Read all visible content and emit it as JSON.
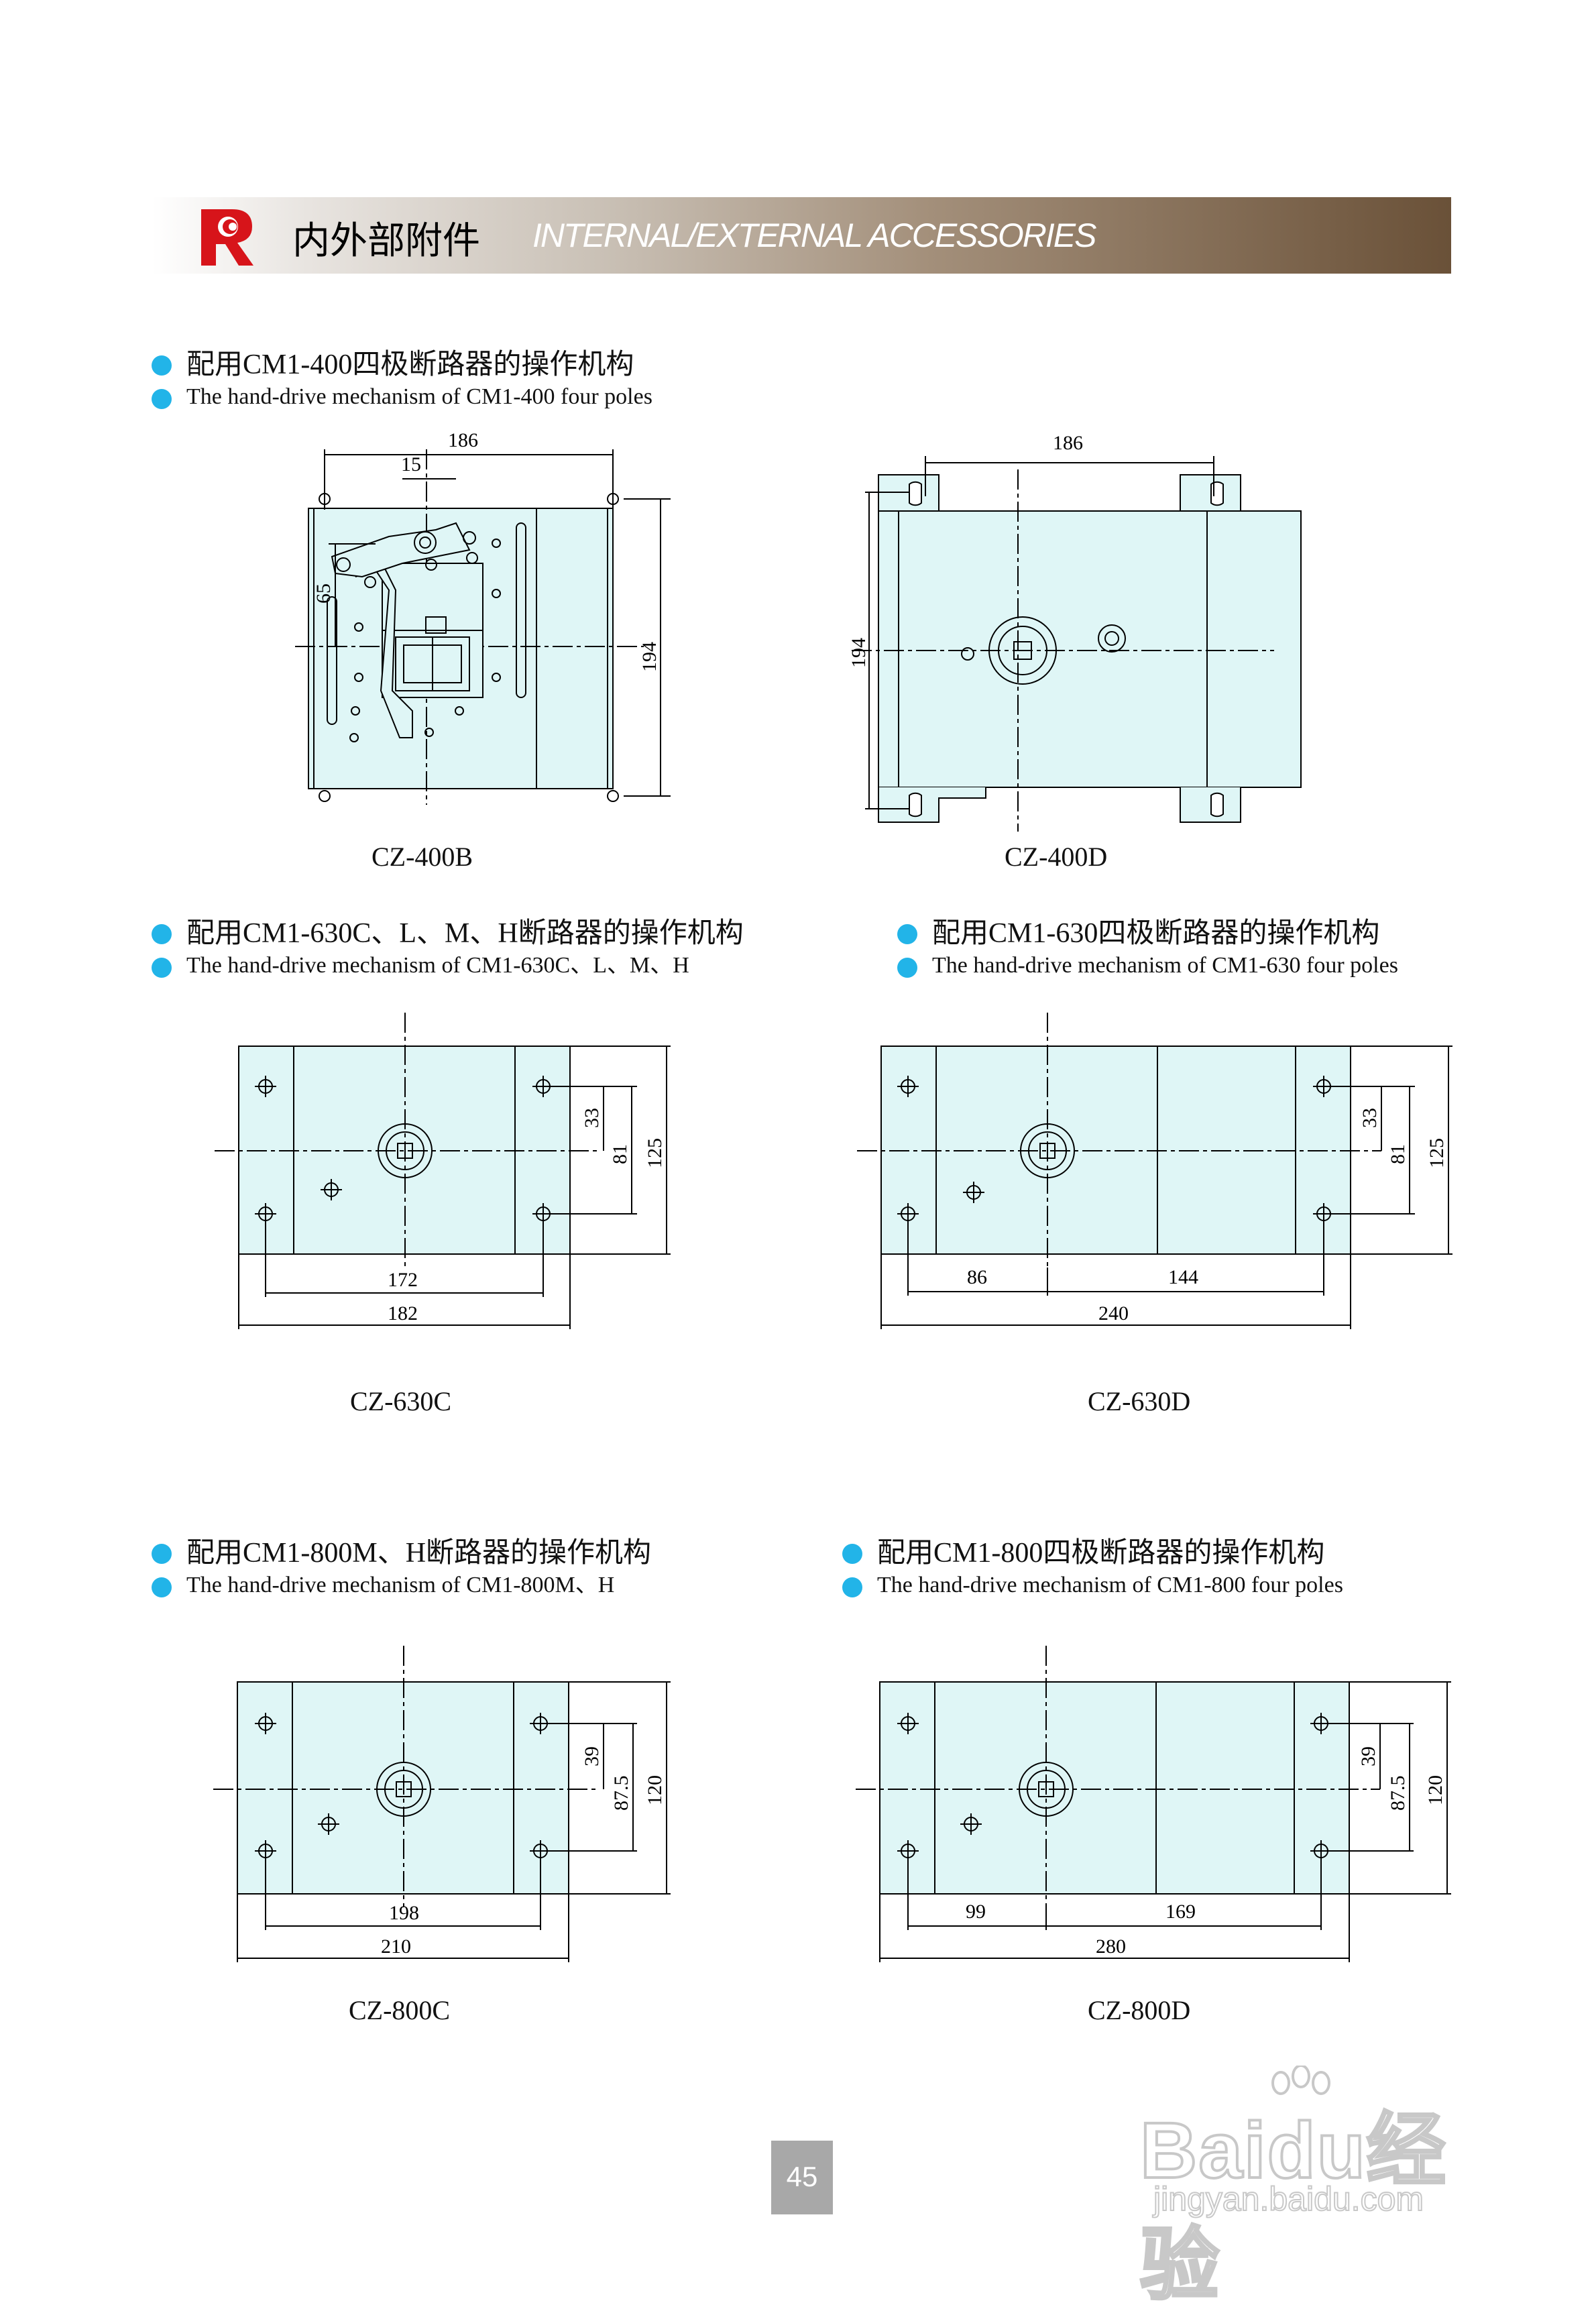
{
  "header": {
    "title_cn": "内外部附件",
    "title_en": "INTERNAL/EXTERNAL ACCESSORIES",
    "logo_icon": "company-logo-icon"
  },
  "sections": [
    {
      "cn": "配用CM1-400四极断路器的操作机构",
      "en": "The hand-drive mechanism of CM1-400 four poles"
    },
    {
      "cn": "配用CM1-630C、L、M、H断路器的操作机构",
      "en": "The hand-drive mechanism of CM1-630C、L、M、H"
    },
    {
      "cn": "配用CM1-630四极断路器的操作机构",
      "en": "The hand-drive mechanism of CM1-630 four poles"
    },
    {
      "cn": "配用CM1-800M、H断路器的操作机构",
      "en": "The hand-drive mechanism of CM1-800M、H"
    },
    {
      "cn": "配用CM1-800四极断路器的操作机构",
      "en": "The hand-drive mechanism of CM1-800 four poles"
    }
  ],
  "drawings": {
    "cz400b": {
      "label": "CZ-400B",
      "dims": {
        "width": "186",
        "offset": "15",
        "left": "65",
        "height": "194"
      }
    },
    "cz400d": {
      "label": "CZ-400D",
      "dims": {
        "width": "186",
        "height": "194"
      }
    },
    "cz630c": {
      "label": "CZ-630C",
      "dims": {
        "v1": "33",
        "v2": "81",
        "v3": "125",
        "h1": "172",
        "h2": "182"
      }
    },
    "cz630d": {
      "label": "CZ-630D",
      "dims": {
        "v1": "33",
        "v2": "81",
        "v3": "125",
        "h1": "86",
        "h2": "144",
        "h3": "240"
      }
    },
    "cz800c": {
      "label": "CZ-800C",
      "dims": {
        "v1": "39",
        "v2": "87.5",
        "v3": "120",
        "h1": "198",
        "h2": "210"
      }
    },
    "cz800d": {
      "label": "CZ-800D",
      "dims": {
        "v1": "39",
        "v2": "87.5",
        "v3": "120",
        "h1": "99",
        "h2": "169",
        "h3": "280"
      }
    }
  },
  "page_number": "45",
  "watermark": {
    "brand": "Baidu经验",
    "url": "jingyan.baidu.com"
  },
  "colors": {
    "plate": "#dff6f6",
    "bullet": "#22b4e8",
    "logo": "#d7141a"
  }
}
